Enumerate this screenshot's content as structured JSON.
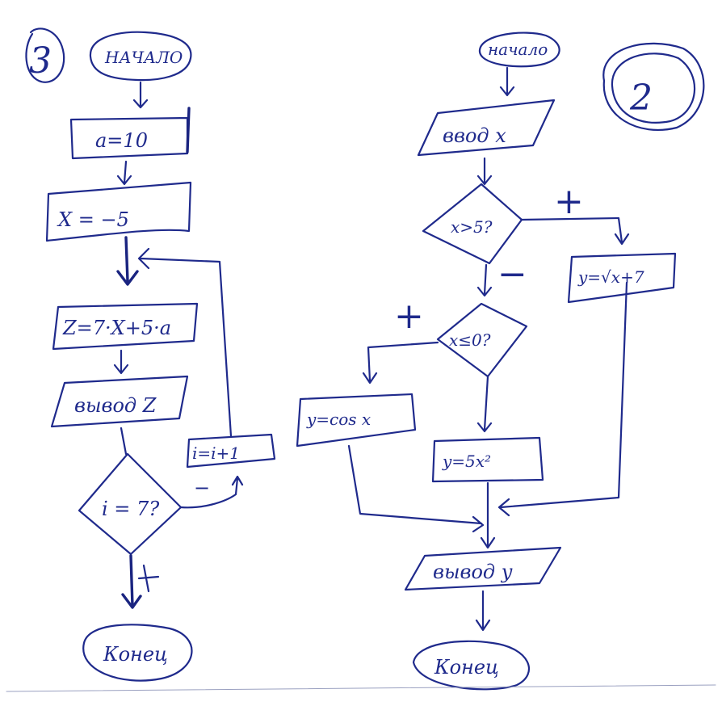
{
  "diagram_3": {
    "number": "3",
    "start": "НАЧАЛО",
    "assign_a": "a=10",
    "assign_x": "X = −5",
    "compute_z": "Z=7·X+5·a",
    "output_z": "вывод Z",
    "condition": "i = 7?",
    "no_label": "−",
    "yes_label": "+",
    "increment": "i=i+1",
    "end": "Конец"
  },
  "diagram_2": {
    "number": "2",
    "start": "начало",
    "input_x": "ввод x",
    "condition_1": "x>5?",
    "yes_label_1": "+",
    "no_label_1": "−",
    "y_sqrt": "y=√x+7",
    "condition_2": "x≤0?",
    "yes_label_2": "+",
    "y_cos": "y=cos x",
    "y_square": "y=5x²",
    "output_y": "вывод y",
    "end": "Конец"
  },
  "colors": {
    "ink": "#1f2a8c",
    "paper": "#ffffff"
  }
}
